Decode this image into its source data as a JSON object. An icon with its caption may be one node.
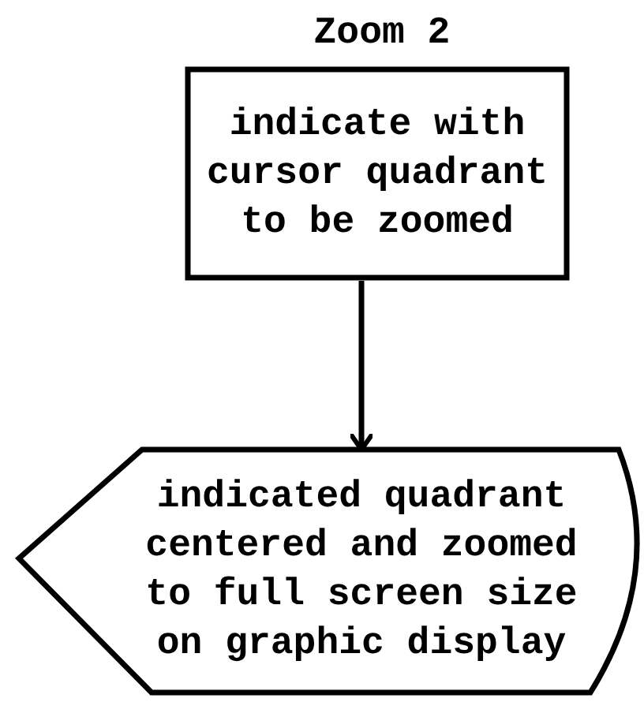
{
  "diagram": {
    "title": "Zoom 2",
    "nodes": [
      {
        "text": [
          "indicate with cursor quadrant to be zoomed"
        ]
      },
      {
        "text": [
          "indicated quadrant centered and zoomed to full screen size on graphic display"
        ]
      }
    ],
    "edges": [
      {
        "from": 0,
        "to": 1,
        "arrow": "to"
      }
    ]
  }
}
